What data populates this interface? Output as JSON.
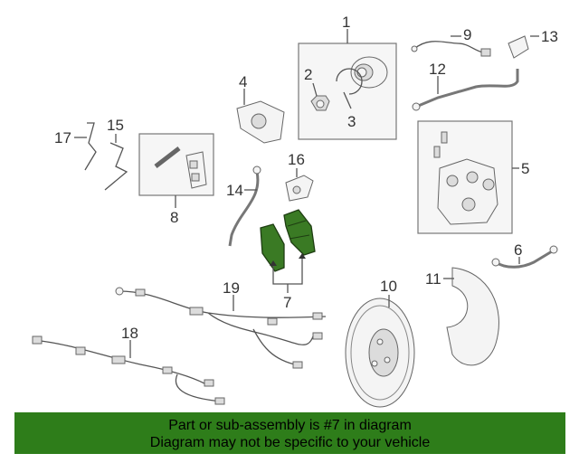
{
  "diagram": {
    "callouts": [
      "1",
      "2",
      "3",
      "4",
      "5",
      "6",
      "7",
      "8",
      "9",
      "10",
      "11",
      "12",
      "13",
      "14",
      "15",
      "16",
      "17",
      "18",
      "19"
    ],
    "highlight_color": "#3a7a24",
    "banner_color": "#2e7d1a"
  },
  "banner": {
    "line1": "Part or sub-assembly is #7 in diagram",
    "line2": "Diagram may not be specific to your vehicle"
  }
}
